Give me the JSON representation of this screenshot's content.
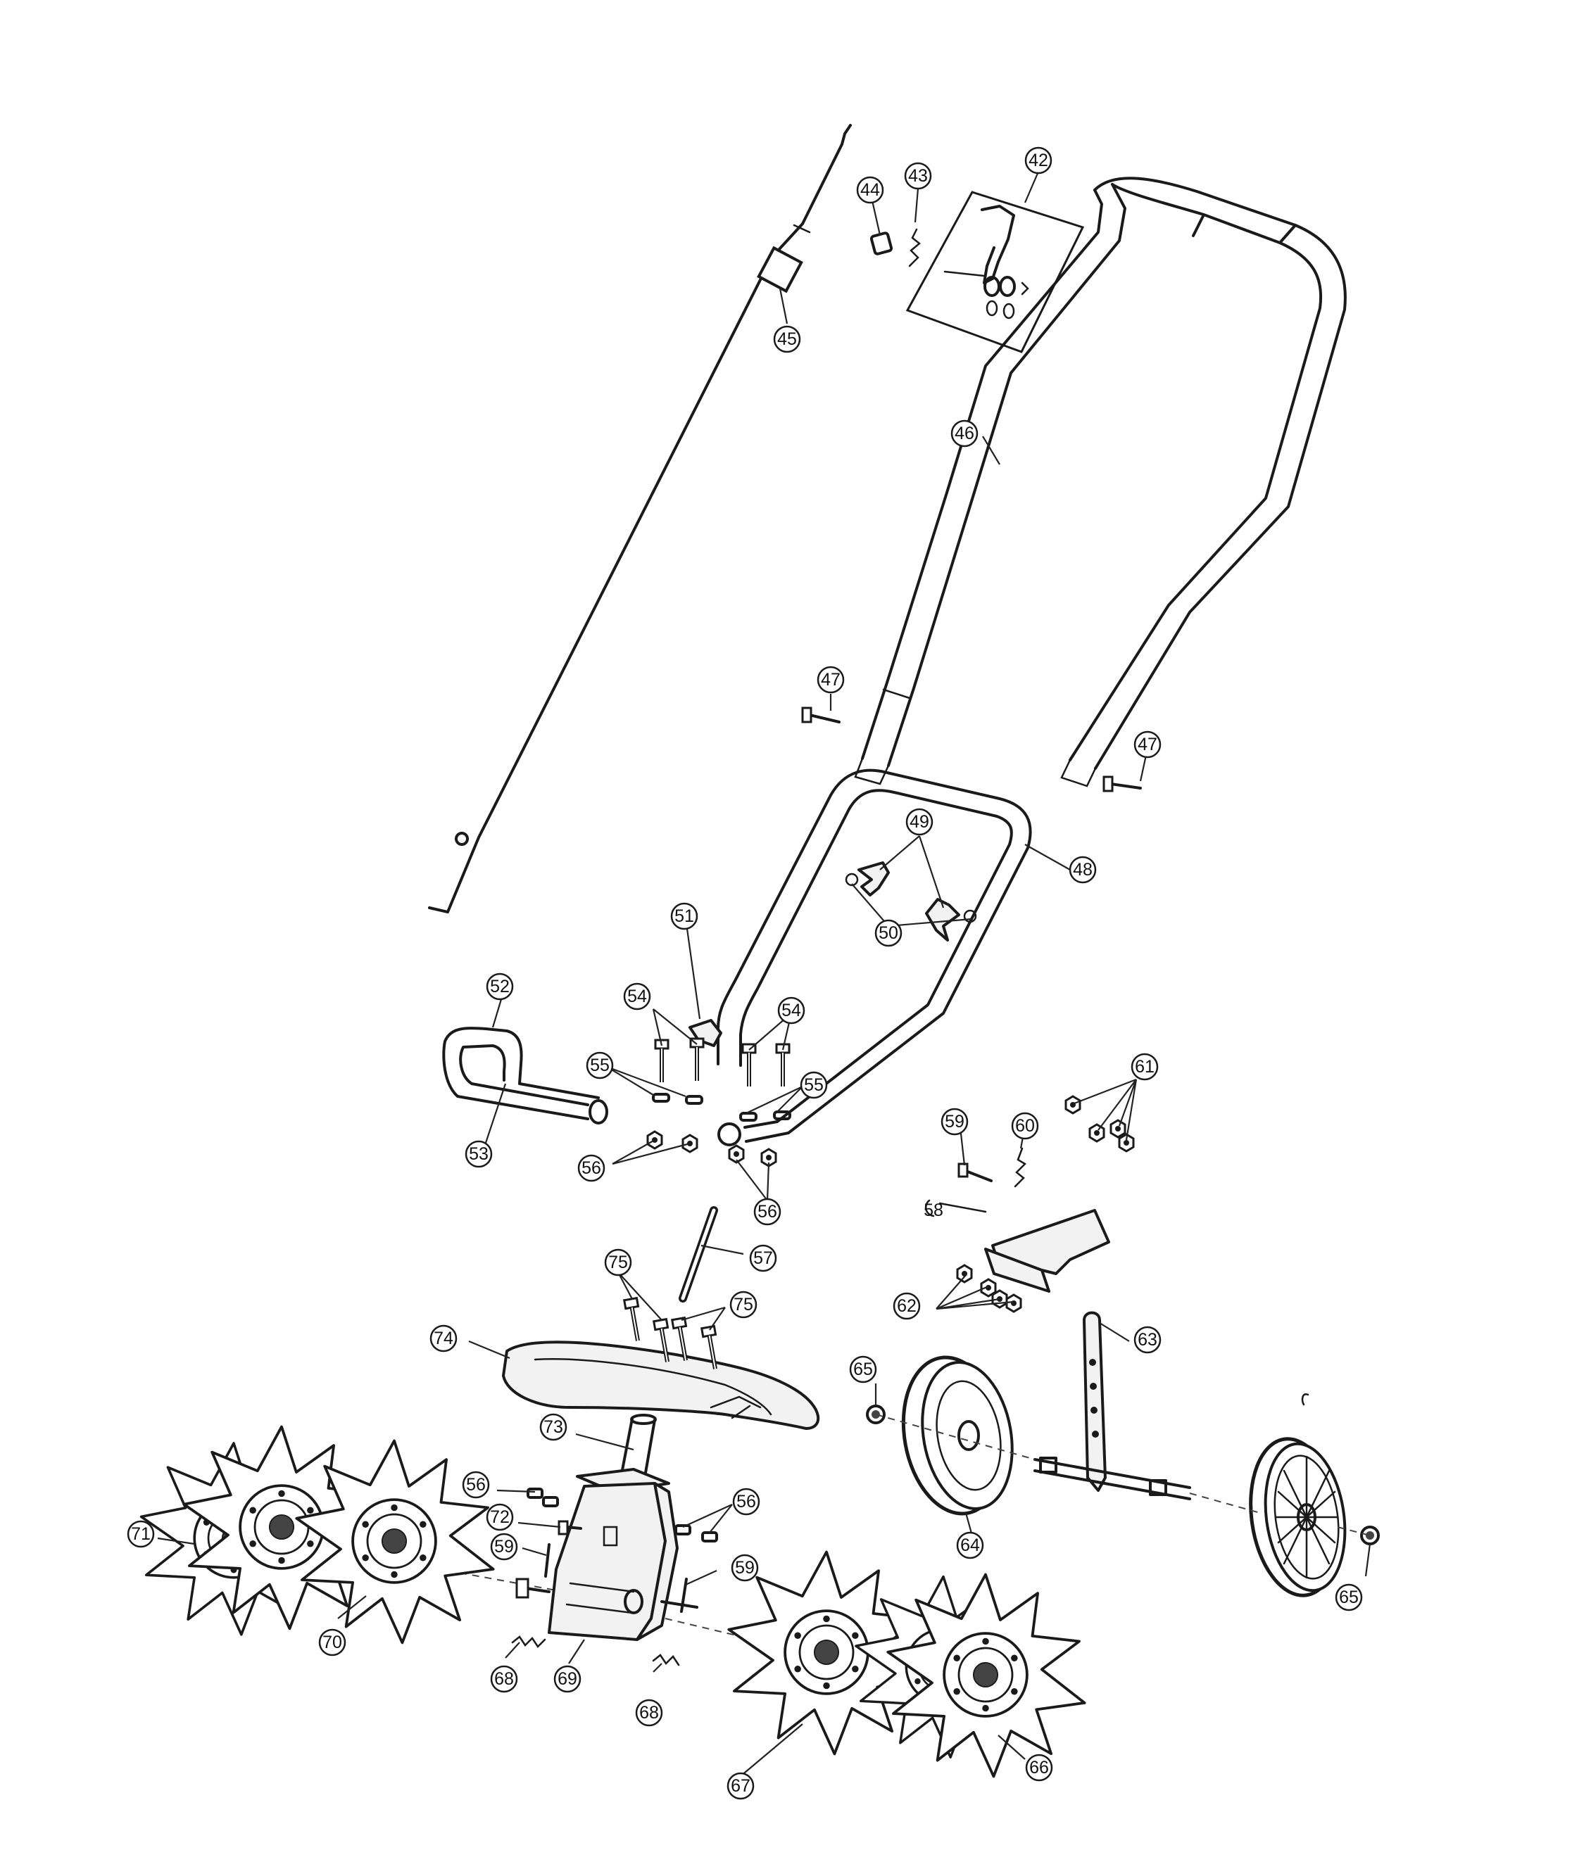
{
  "callouts": [
    {
      "id": "c42",
      "label": "42"
    },
    {
      "id": "c43",
      "label": "43"
    },
    {
      "id": "c44",
      "label": "44"
    },
    {
      "id": "c45",
      "label": "45"
    },
    {
      "id": "c46",
      "label": "46"
    },
    {
      "id": "c47a",
      "label": "47"
    },
    {
      "id": "c47b",
      "label": "47"
    },
    {
      "id": "c48",
      "label": "48"
    },
    {
      "id": "c49",
      "label": "49"
    },
    {
      "id": "c50",
      "label": "50"
    },
    {
      "id": "c51",
      "label": "51"
    },
    {
      "id": "c52",
      "label": "52"
    },
    {
      "id": "c53",
      "label": "53"
    },
    {
      "id": "c54a",
      "label": "54"
    },
    {
      "id": "c54b",
      "label": "54"
    },
    {
      "id": "c55a",
      "label": "55"
    },
    {
      "id": "c55b",
      "label": "55"
    },
    {
      "id": "c56a",
      "label": "56"
    },
    {
      "id": "c56b",
      "label": "56"
    },
    {
      "id": "c56c",
      "label": "56"
    },
    {
      "id": "c56d",
      "label": "56"
    },
    {
      "id": "c57",
      "label": "57"
    },
    {
      "id": "c58",
      "label": "58"
    },
    {
      "id": "c59a",
      "label": "59"
    },
    {
      "id": "c59b",
      "label": "59"
    },
    {
      "id": "c59c",
      "label": "59"
    },
    {
      "id": "c60",
      "label": "60"
    },
    {
      "id": "c61",
      "label": "61"
    },
    {
      "id": "c62",
      "label": "62"
    },
    {
      "id": "c63",
      "label": "63"
    },
    {
      "id": "c64",
      "label": "64"
    },
    {
      "id": "c65a",
      "label": "65"
    },
    {
      "id": "c65b",
      "label": "65"
    },
    {
      "id": "c66",
      "label": "66"
    },
    {
      "id": "c67",
      "label": "67"
    },
    {
      "id": "c68a",
      "label": "68"
    },
    {
      "id": "c68b",
      "label": "68"
    },
    {
      "id": "c69",
      "label": "69"
    },
    {
      "id": "c70",
      "label": "70"
    },
    {
      "id": "c71",
      "label": "71"
    },
    {
      "id": "c72",
      "label": "72"
    },
    {
      "id": "c73",
      "label": "73"
    },
    {
      "id": "c74",
      "label": "74"
    },
    {
      "id": "c75a",
      "label": "75"
    },
    {
      "id": "c75b",
      "label": "75"
    }
  ]
}
